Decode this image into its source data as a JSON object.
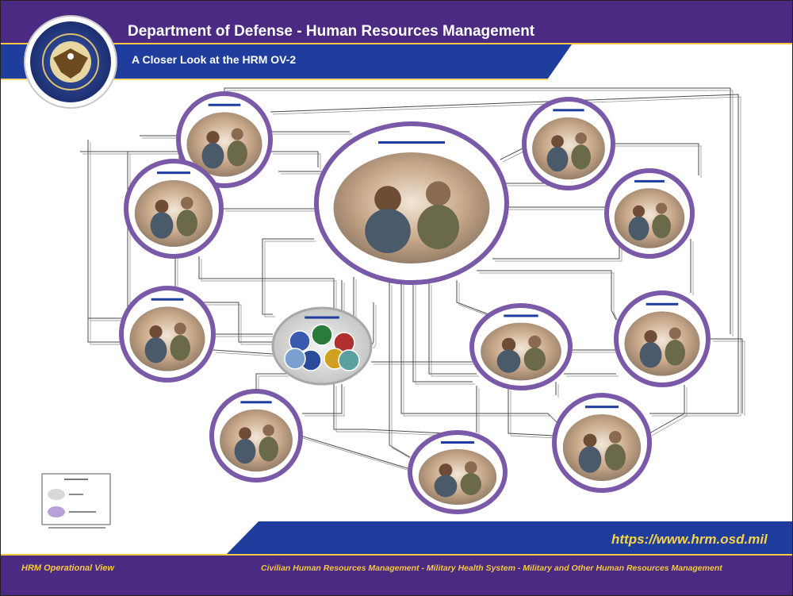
{
  "header": {
    "title": "Department of Defense - Human Resources Management",
    "subtitle": "A Closer Look at the HRM OV-2"
  },
  "footer": {
    "url": "https://www.hrm.osd.mil",
    "left_text": "HRM Operational View",
    "right_text": "Civilian Human Resources Management - Military Health System - Military and Other Human Resources Management"
  },
  "colors": {
    "brand_purple": "#4a2a82",
    "brand_blue": "#1e3d9c",
    "accent_yellow": "#f4c842",
    "node_ring": "#7a5aa8",
    "external_ring": "#a8a8a8"
  },
  "nodes": [
    {
      "id": "medical",
      "kind": "hrm",
      "icon": "medical-staff-photo-icon"
    },
    {
      "id": "unit-manager",
      "kind": "hrm",
      "icon": "soldiers-photo-icon"
    },
    {
      "id": "family-support",
      "kind": "hrm",
      "icon": "family-photo-icon"
    },
    {
      "id": "member-role",
      "kind": "hrm",
      "icon": "member-photo-icon"
    },
    {
      "id": "external",
      "kind": "external",
      "icon": "dod-seals-icon"
    },
    {
      "id": "hr-specialist",
      "kind": "hrm",
      "icon": "hr-specialist-photo-icon"
    },
    {
      "id": "legal",
      "kind": "hrm",
      "icon": "legal-photo-icon"
    },
    {
      "id": "law-enforcement",
      "kind": "hrm",
      "icon": "law-enforcement-photo-icon"
    },
    {
      "id": "personnel-security",
      "kind": "hrm",
      "icon": "security-photo-icon"
    },
    {
      "id": "force-role",
      "kind": "hrm",
      "icon": "troops-photo-icon"
    },
    {
      "id": "travel-manager",
      "kind": "hrm",
      "icon": "aircraft-photo-icon"
    },
    {
      "id": "financial",
      "kind": "hrm",
      "icon": "finance-photo-icon"
    }
  ],
  "legend": {
    "items": [
      {
        "kind": "external",
        "swatch": "#d8d8d8"
      },
      {
        "kind": "hrm",
        "swatch": "#b8a0d8"
      }
    ]
  }
}
